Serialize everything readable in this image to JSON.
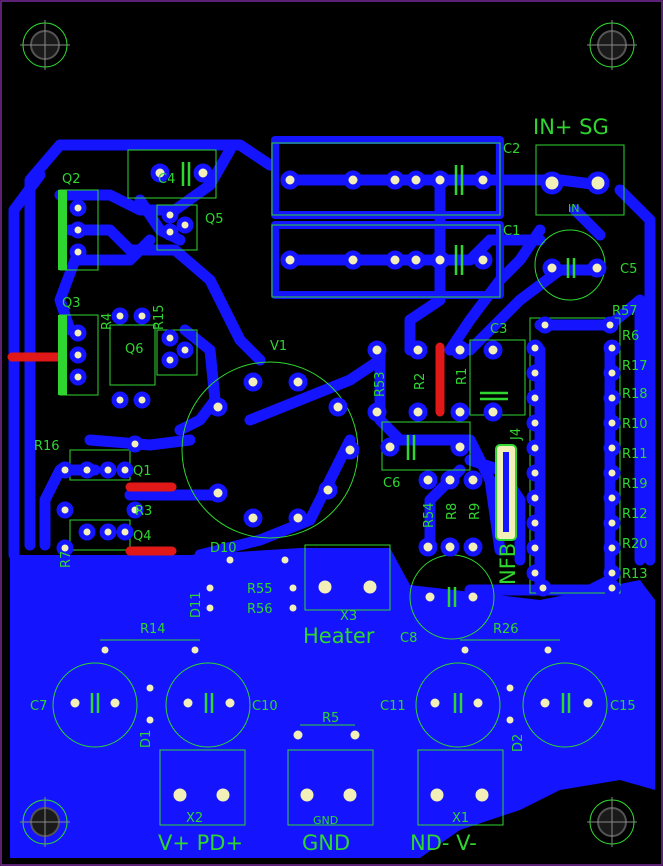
{
  "colors": {
    "background": "#000000",
    "copper": "#1414ff",
    "silkscreen": "#2fd62f",
    "pad": "#f2f0b8",
    "jumper": "#e01818"
  },
  "labels": {
    "v1": "V1",
    "c1": "C1",
    "c2": "C2",
    "c3": "C3",
    "c4": "C4",
    "c5": "C5",
    "c6": "C6",
    "c7": "C7",
    "c8": "C8",
    "c10": "C10",
    "c11": "C11",
    "c15": "C15",
    "q1": "Q1",
    "q2": "Q2",
    "q3": "Q3",
    "q4": "Q4",
    "q5": "Q5",
    "q6": "Q6",
    "r1": "R1",
    "r2": "R2",
    "r3": "R3",
    "r4": "R4",
    "r5": "R5",
    "r6": "R6",
    "r7": "R7",
    "r8": "R8",
    "r9": "R9",
    "r10": "R10",
    "r11": "R11",
    "r12": "R12",
    "r13": "R13",
    "r14": "R14",
    "r15": "R15",
    "r16": "R16",
    "r17": "R17",
    "r18": "R18",
    "r19": "R19",
    "r20": "R20",
    "r26": "R26",
    "r53": "R53",
    "r54": "R54",
    "r55": "R55",
    "r56": "R56",
    "r57": "R57",
    "d1": "D1",
    "d2": "D2",
    "d10": "D10",
    "d11": "D11",
    "j4": "J4",
    "x1": "X1",
    "x2": "X2",
    "x3": "X3",
    "in": "IN",
    "gnd_small": "GND",
    "in_sg": "IN+ SG",
    "heater": "Heater",
    "nfb": "NFB",
    "v_pd": "V+ PD+",
    "gnd": "GND",
    "nd_v": "ND- V-"
  }
}
